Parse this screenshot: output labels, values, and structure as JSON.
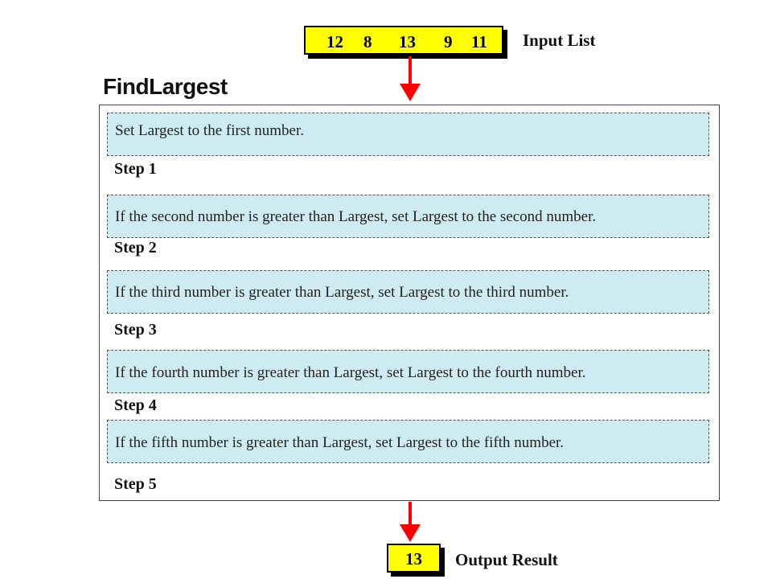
{
  "input": {
    "numbers": [
      "12",
      "8",
      "13",
      "9",
      "11"
    ],
    "label": "Input List",
    "fill_color": "#ffff00"
  },
  "title": "FindLargest",
  "arrow_color": "#ff0000",
  "step_box_color": "#cdebf0",
  "steps": [
    {
      "text": "Set Largest to the  first number.",
      "label": "Step 1"
    },
    {
      "text": "If the second number is greater than Largest, set Largest to the second number.",
      "label": "Step 2"
    },
    {
      "text": "If the third number is greater than Largest, set Largest to the third number.",
      "label": "Step 3"
    },
    {
      "text": "If the fourth number is greater than Largest, set Largest to the fourth number.",
      "label": "Step 4"
    },
    {
      "text": "If the  fifth number is greater than Largest, set Largest to the  fifth number.",
      "label": "Step 5"
    }
  ],
  "output": {
    "value": "13",
    "label": "Output Result"
  }
}
